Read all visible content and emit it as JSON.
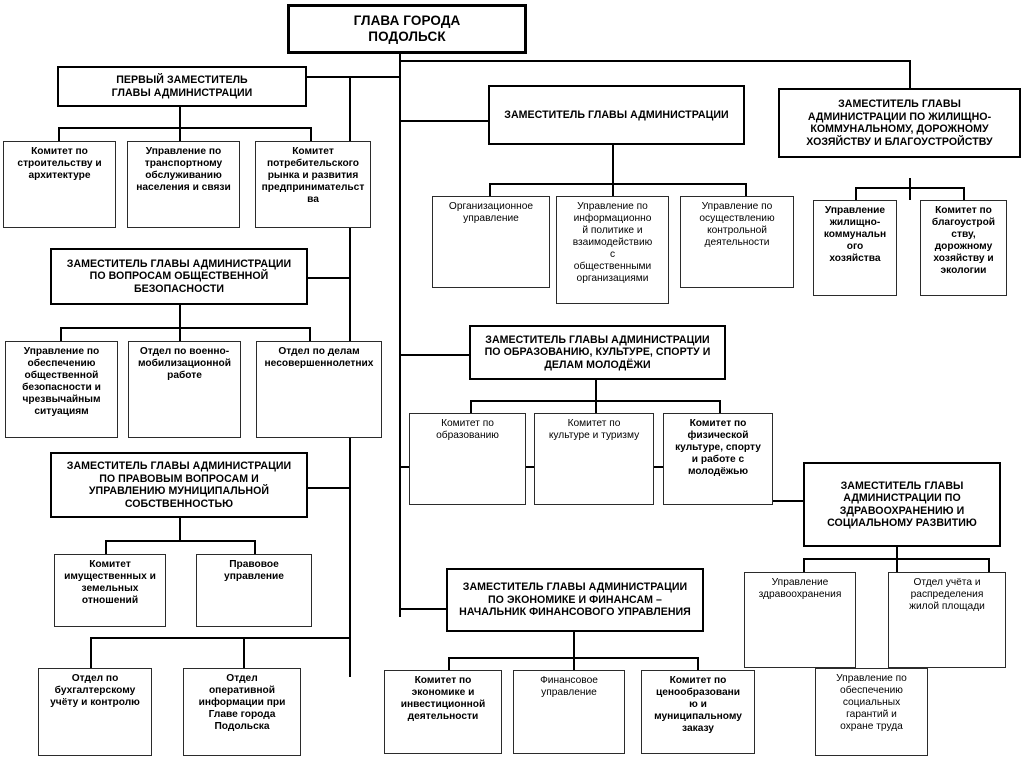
{
  "document": {
    "type": "organizational-chart",
    "title": "Организационная структура Администрации города Подольск",
    "orientation": "top-down",
    "colors": {
      "background": "#ffffff",
      "line": "#000000",
      "box_border_heavy": "#000000",
      "box_border_thin": "#2b2b2b",
      "text": "#000000"
    }
  },
  "root": {
    "id": "head",
    "label": "ГЛАВА ГОРОДА\nПОДОЛЬСК"
  },
  "branches": [
    {
      "id": "first-deputy",
      "label": "ПЕРВЫЙ ЗАМЕСТИТЕЛЬ\nГЛАВЫ АДМИНИСТРАЦИИ",
      "children": [
        {
          "id": "committee-construction",
          "label": "Комитет по\nстроительству и\nархитектуре"
        },
        {
          "id": "dept-transport",
          "label": "Управление по\nтранспортному\nобслуживанию\nнаселения и связи"
        },
        {
          "id": "committee-consumer-market",
          "label": "Комитет\nпотребительского\nрынка и развития\nпредпринимательст\nва"
        }
      ]
    },
    {
      "id": "deputy-general",
      "label": "ЗАМЕСТИТЕЛЬ ГЛАВЫ АДМИНИСТРАЦИИ",
      "children": [
        {
          "id": "dept-organizational",
          "label": "Организационное\nуправление"
        },
        {
          "id": "dept-information-policy",
          "label": "Управление по\nинформационно\nй политике и\nвзаимодействию\nс\nобщественными\nорганизациями"
        },
        {
          "id": "dept-control-activity",
          "label": "Управление по\nосуществлению\nконтрольной\nдеятельности"
        }
      ]
    },
    {
      "id": "deputy-housing",
      "label": "ЗАМЕСТИТЕЛЬ ГЛАВЫ\nАДМИНИСТРАЦИИ ПО ЖИЛИЩНО-\nКОММУНАЛЬНОМУ, ДОРОЖНОМУ\nХОЗЯЙСТВУ И БЛАГОУСТРОЙСТВУ",
      "children": [
        {
          "id": "dept-housing-utilities",
          "label": "Управление\nжилищно-\nкоммунальн\nого\nхозяйства"
        },
        {
          "id": "committee-improvement",
          "label": "Комитет по\nблагоустрой\nству,\nдорожному\nхозяйству и\nэкологии"
        }
      ]
    },
    {
      "id": "deputy-public-safety",
      "label": "ЗАМЕСТИТЕЛЬ ГЛАВЫ АДМИНИСТРАЦИИ\nПО ВОПРОСАМ ОБЩЕСТВЕННОЙ\nБЕЗОПАСНОСТИ",
      "children": [
        {
          "id": "dept-public-safety",
          "label": "Управление по\nобеспечению\nобщественной\nбезопасности и\nчрезвычайным\nситуациям"
        },
        {
          "id": "dept-mobilization",
          "label": "Отдел по военно-\nмобилизационной\nработе"
        },
        {
          "id": "dept-minors-affairs",
          "label": "Отдел по делам\nнесовершеннолетних"
        }
      ]
    },
    {
      "id": "deputy-education",
      "label": "ЗАМЕСТИТЕЛЬ ГЛАВЫ АДМИНИСТРАЦИИ\nПО ОБРАЗОВАНИЮ, КУЛЬТУРЕ, СПОРТУ И\nДЕЛАМ МОЛОДЁЖИ",
      "children": [
        {
          "id": "committee-education",
          "label": "Комитет по\nобразованию"
        },
        {
          "id": "committee-culture-tourism",
          "label": "Комитет по\nкультуре и туризму"
        },
        {
          "id": "committee-sport-youth",
          "label": "Комитет по\nфизической\nкультуре, спорту\nи работе с\nмолодёжью"
        }
      ]
    },
    {
      "id": "deputy-legal",
      "label": "ЗАМЕСТИТЕЛЬ ГЛАВЫ АДМИНИСТРАЦИИ\nПО ПРАВОВЫМ ВОПРОСАМ И\nУПРАВЛЕНИЮ МУНИЦИПАЛЬНОЙ\nСОБСТВЕННОСТЬЮ",
      "children": [
        {
          "id": "committee-property-land",
          "label": "Комитет\nимущественных и\nземельных\nотношений"
        },
        {
          "id": "dept-legal",
          "label": "Правовое\nуправление"
        },
        {
          "id": "dept-accounting-control",
          "label": "Отдел по\nбухгалтерскому\nучёту и контролю"
        },
        {
          "id": "dept-operational-info",
          "label": "Отдел\nоперативной\nинформации при\nГлаве города\nПодольска"
        }
      ]
    },
    {
      "id": "deputy-economy-finance",
      "label": "ЗАМЕСТИТЕЛЬ ГЛАВЫ АДМИНИСТРАЦИИ\nПО ЭКОНОМИКЕ И ФИНАНСАМ –\nНАЧАЛЬНИК ФИНАНСОВОГО УПРАВЛЕНИЯ",
      "children": [
        {
          "id": "committee-economy-investment",
          "label": "Комитет по\nэкономике и\nинвестиционной\nдеятельности"
        },
        {
          "id": "dept-finance",
          "label": "Финансовое\nуправление"
        },
        {
          "id": "committee-pricing-order",
          "label": "Комитет по\nценообразовани\nю и\nмуниципальному\nзаказу"
        }
      ]
    },
    {
      "id": "deputy-health-social",
      "label": "ЗАМЕСТИТЕЛЬ ГЛАВЫ\nАДМИНИСТРАЦИИ ПО\nЗДРАВООХРАНЕНИЮ И\nСОЦИАЛЬНОМУ РАЗВИТИЮ",
      "children": [
        {
          "id": "dept-healthcare",
          "label": "Управление\nздравоохранения"
        },
        {
          "id": "dept-housing-accounting",
          "label": "Отдел учёта и\nраспределения\nжилой площади"
        },
        {
          "id": "dept-social-guarantees",
          "label": "Управление по\nобеспечению\nсоциальных\nгарантий и\nохране труда"
        }
      ]
    }
  ]
}
